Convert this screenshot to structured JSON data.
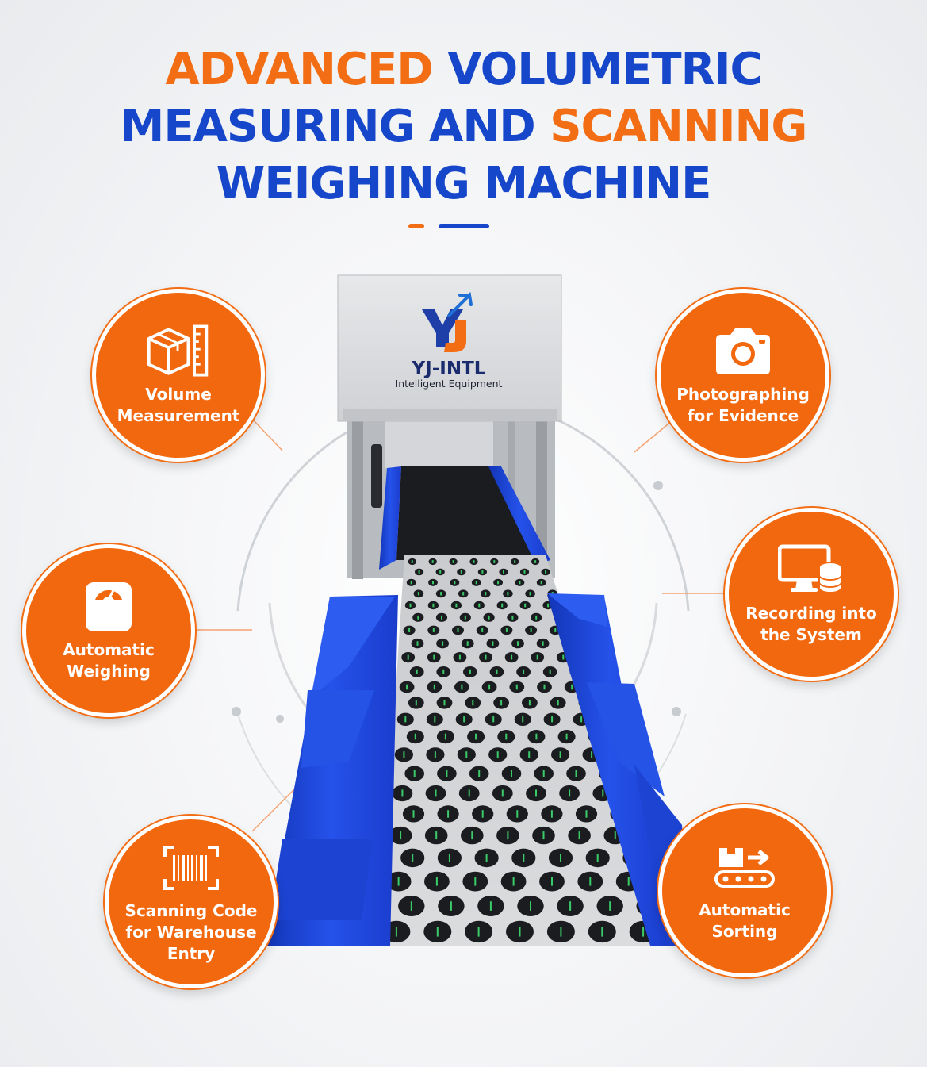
{
  "header": {
    "title_line1_word1": "ADVANCED",
    "title_line1_word2": "VOLUMETRIC",
    "title_line2_word1": "MEASURING AND",
    "title_line2_word2": "SCANNING",
    "title_line3": "WEIGHING MACHINE"
  },
  "brand": {
    "logo_mark": "YJ",
    "name": "YJ-INTL",
    "tagline": "Intelligent Equipment"
  },
  "features": [
    {
      "label": "Volume\nMeasurement",
      "icon": "box-ruler-icon"
    },
    {
      "label": "Photographing\nfor Evidence",
      "icon": "camera-icon"
    },
    {
      "label": "Automatic\nWeighing",
      "icon": "scale-icon"
    },
    {
      "label": "Recording into\nthe System",
      "icon": "monitor-database-icon"
    },
    {
      "label": "Scanning Code\nfor Warehouse\nEntry",
      "icon": "barcode-icon"
    },
    {
      "label": "Automatic\nSorting",
      "icon": "conveyor-sorting-icon"
    }
  ],
  "colors": {
    "accent_orange": "#f26d14",
    "accent_blue": "#1646c9",
    "machine_blue": "#1e3fd6",
    "conveyor_dark": "#1b1c1f"
  }
}
